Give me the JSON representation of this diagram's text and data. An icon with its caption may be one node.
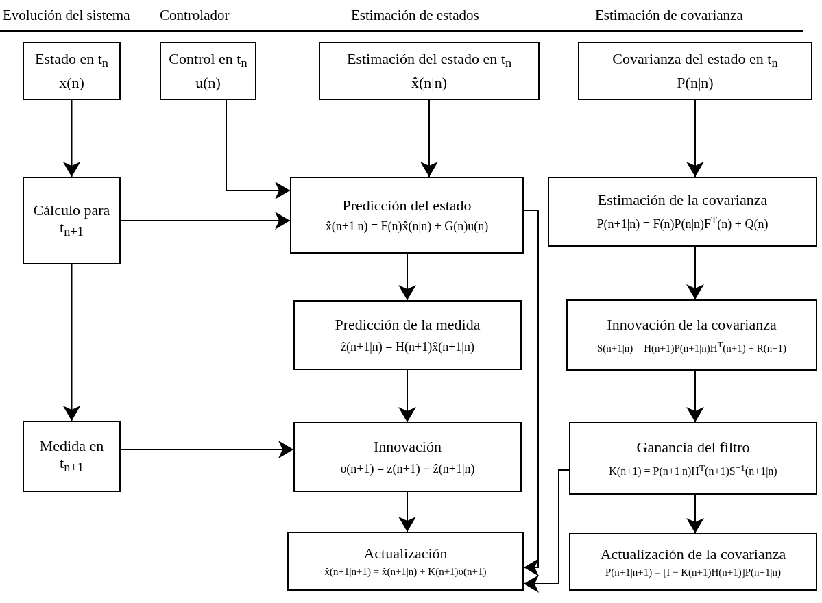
{
  "diagram": {
    "nodes": [
      {
        "text": [
          "Estado en t$_{n}$",
          "x(n)"
        ]
      },
      {
        "text": [
          "Control en t$_{n}$",
          "u(n)"
        ]
      },
      {
        "text": [
          "Estimación del estado en t$_{n}$",
          "x̂(n|n)"
        ]
      },
      {
        "text": [
          "Covarianza del estado en t$_{n}$",
          "P(n|n)"
        ]
      },
      {
        "text": [
          "Cálculo para t$_{n+1}$"
        ]
      },
      {
        "text": [
          "Predicción del estado",
          "x̂(n+1|n) = F(n)x̂(n|n) + G(n)u(n)"
        ]
      },
      {
        "text": [
          "Estimación de la covarianza",
          "P(n+1|n) = F(n)P(n|n)F$^{T}$(n) + Q(n)"
        ]
      },
      {
        "text": [
          "Predicción de la medida",
          "ẑ(n+1|n) = H(n+1)x̂(n+1|n)"
        ]
      },
      {
        "text": [
          "Innovación de la covarianza",
          "S(n+1|n) = H(n+1)P(n+1|n)H$^{T}$(n+1) + R(n+1)"
        ]
      },
      {
        "text": [
          "Medida en t$_{n+1}$"
        ]
      },
      {
        "text": [
          "Innovación",
          "υ(n+1) = z(n+1) − ẑ(n+1|n)"
        ]
      },
      {
        "text": [
          "Ganancia del filtro",
          "K(n+1) = P(n+1|n)H$^{T}$(n+1)S$^{−1}$(n+1|n)"
        ]
      },
      {
        "text": [
          "Actualización",
          "x̂(n+1|n+1) = x̂(n+1|n) + K(n+1)υ(n+1)"
        ]
      },
      {
        "text": [
          "Actualización de la covarianza",
          "P(n+1|n+1) = [I − K(n+1)H(n+1)]P(n+1|n)"
        ]
      }
    ],
    "edges": [
      {
        "from": 0,
        "to": 4,
        "arrow": "to"
      },
      {
        "from": 1,
        "to": 5,
        "arrow": "to"
      },
      {
        "from": 2,
        "to": 5,
        "arrow": "to"
      },
      {
        "from": 3,
        "to": 6,
        "arrow": "to"
      },
      {
        "from": 4,
        "to": 5,
        "arrow": "to"
      },
      {
        "from": 4,
        "to": 9,
        "arrow": "to"
      },
      {
        "from": 5,
        "to": 7,
        "arrow": "to"
      },
      {
        "from": 6,
        "to": 8,
        "arrow": "to"
      },
      {
        "from": 7,
        "to": 10,
        "arrow": "to"
      },
      {
        "from": 8,
        "to": 11,
        "arrow": "to"
      },
      {
        "from": 9,
        "to": 10,
        "arrow": "to"
      },
      {
        "from": 10,
        "to": 12,
        "arrow": "to"
      },
      {
        "from": 5,
        "to": 12,
        "arrow": "to"
      },
      {
        "from": 11,
        "to": 12,
        "arrow": "to"
      },
      {
        "from": 11,
        "to": 13,
        "arrow": "to"
      }
    ],
    "labels": [
      "Evolución del sistema",
      "Controlador",
      "Estimación de estados",
      "Estimación de covarianza"
    ]
  }
}
